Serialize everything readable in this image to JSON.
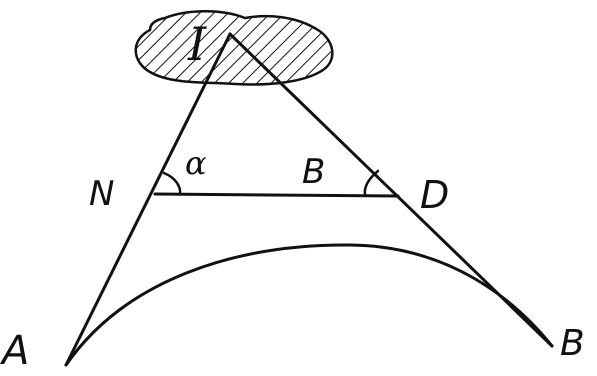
{
  "labels": {
    "top": "I",
    "left_point": "N",
    "angle_alpha": "α",
    "middle": "B",
    "right_point": "D",
    "bottom_left": "A",
    "bottom_right": "B"
  },
  "colors": {
    "ink": "#111111",
    "background": "#ffffff"
  }
}
